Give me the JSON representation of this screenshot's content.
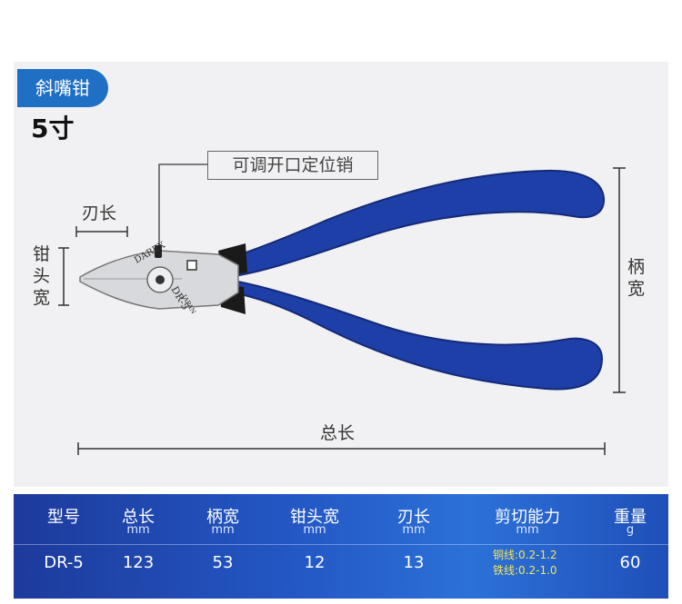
{
  "title_tag": "斜嘴钳",
  "size_label": "5寸",
  "callout_label": "可调开口定位销",
  "dimensions": {
    "blade_length": "刃长",
    "head_width": "钳头宽",
    "handle_width": "柄宽",
    "total_length": "总长"
  },
  "tool_markings": {
    "brand": "DAREX",
    "model": "DR-5",
    "origin": "JAPAN"
  },
  "table": {
    "columns": [
      {
        "header": "型号",
        "unit": ""
      },
      {
        "header": "总长",
        "unit": "mm"
      },
      {
        "header": "柄宽",
        "unit": "mm"
      },
      {
        "header": "钳头宽",
        "unit": "mm"
      },
      {
        "header": "刃长",
        "unit": "mm"
      },
      {
        "header": "剪切能力",
        "unit": "mm"
      },
      {
        "header": "重量",
        "unit": "g"
      }
    ],
    "row": {
      "model": "DR-5",
      "total_length": "123",
      "handle_width": "53",
      "head_width": "12",
      "blade_length": "13",
      "capacity_copper": "铜线:0.2-1.2",
      "capacity_iron": "铁线:0.2-1.0",
      "weight": "60"
    }
  },
  "colors": {
    "accent": "#1f6fc4",
    "handle": "#1f3fa8",
    "table_bg": "#2459c6",
    "capacity_text": "#f5e65a"
  }
}
